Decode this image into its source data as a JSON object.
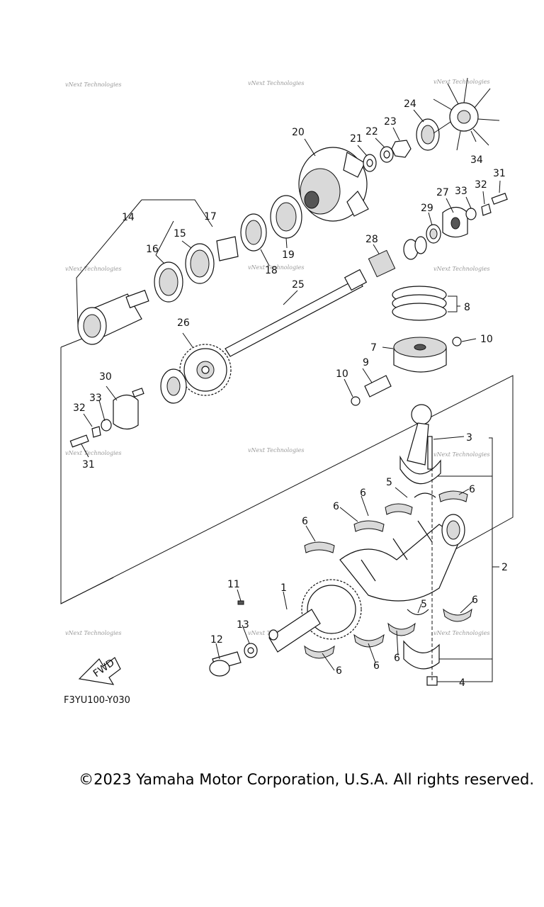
{
  "diagram": {
    "part_code": "F3YU100-Y030",
    "fwd_label": "FWD",
    "watermark": "vNext Technologies",
    "callouts": {
      "c1": "1",
      "c2": "2",
      "c3": "3",
      "c4": "4",
      "c5a": "5",
      "c5b": "5",
      "c6a": "6",
      "c6b": "6",
      "c6c": "6",
      "c6d": "6",
      "c6e": "6",
      "c6f": "6",
      "c6g": "6",
      "c6h": "6",
      "c7": "7",
      "c8": "8",
      "c9": "9",
      "c10a": "10",
      "c10b": "10",
      "c11": "11",
      "c12": "12",
      "c13": "13",
      "c14": "14",
      "c15": "15",
      "c16": "16",
      "c17": "17",
      "c18": "18",
      "c19": "19",
      "c20": "20",
      "c21": "21",
      "c22": "22",
      "c23": "23",
      "c24": "24",
      "c25": "25",
      "c26": "26",
      "c27": "27",
      "c28": "28",
      "c29": "29",
      "c30": "30",
      "c31a": "31",
      "c31b": "31",
      "c32a": "32",
      "c32b": "32",
      "c33a": "33",
      "c33b": "33",
      "c34": "34"
    }
  },
  "footer": {
    "copyright": "©2023 Yamaha Motor Corporation, U.S.A. All rights reserved."
  }
}
